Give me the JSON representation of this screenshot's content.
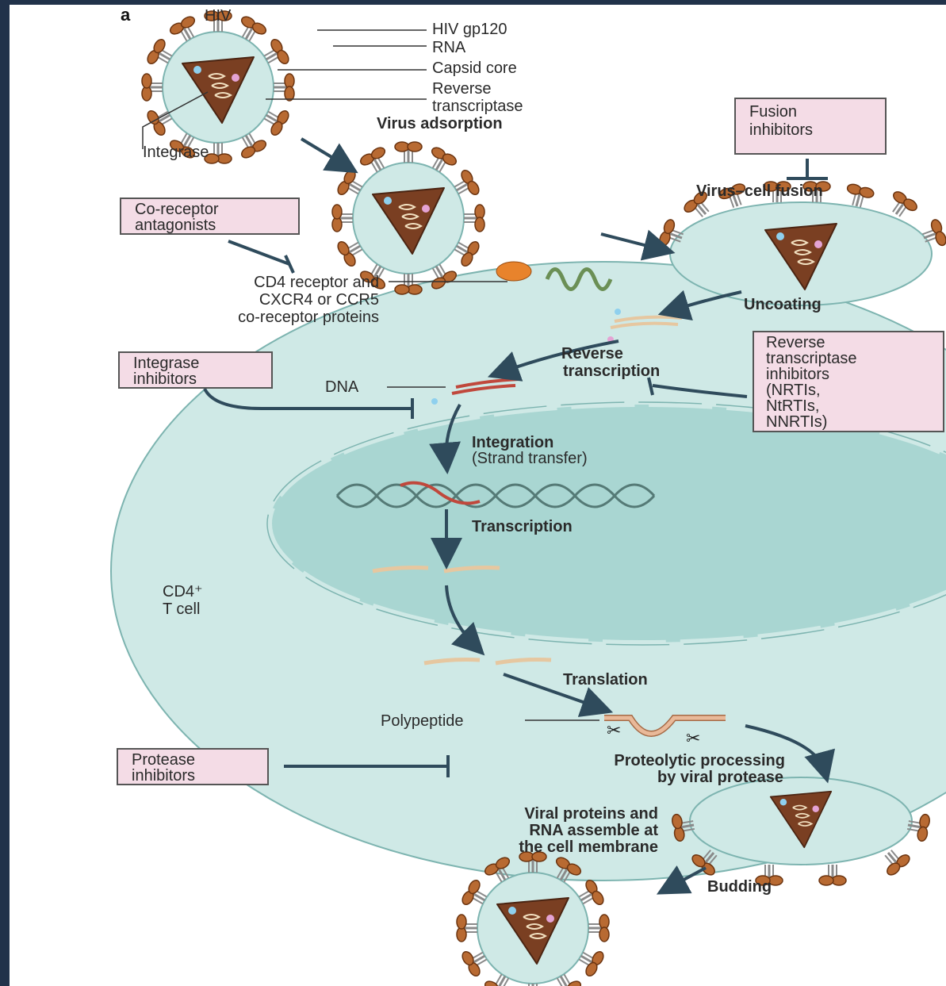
{
  "panel_label": "a",
  "labels": {
    "hiv": "HIV",
    "gp120": "HIV gp120",
    "rna": "RNA",
    "capsid_core": "Capsid core",
    "reverse_transcriptase_1": "Reverse",
    "reverse_transcriptase_2": "transcriptase",
    "integrase": "Integrase",
    "cd4_receptor_1": "CD4 receptor and",
    "cd4_receptor_2": "CXCR4 or CCR5",
    "cd4_receptor_3": "co-receptor proteins",
    "dna": "DNA",
    "cd4_t_cell_1": "CD4⁺",
    "cd4_t_cell_2": "T cell",
    "polypeptide": "Polypeptide"
  },
  "steps": {
    "virus_adsorption": "Virus adsorption",
    "virus_cell_fusion": "Virus–cell fusion",
    "uncoating": "Uncoating",
    "reverse_transcription_1": "Reverse",
    "reverse_transcription_2": "transcription",
    "integration_1": "Integration",
    "integration_2": "(Strand transfer)",
    "transcription": "Transcription",
    "translation": "Translation",
    "proteolytic_1": "Proteolytic processing",
    "proteolytic_2": "by viral protease",
    "assembly_1": "Viral proteins and",
    "assembly_2": "RNA assemble at",
    "assembly_3": "the cell membrane",
    "budding": "Budding"
  },
  "inhibitors": {
    "fusion_1": "Fusion",
    "fusion_2": "inhibitors",
    "coreceptor_1": "Co-receptor",
    "coreceptor_2": "antagonists",
    "integrase_1": "Integrase",
    "integrase_2": "inhibitors",
    "rt_1": "Reverse",
    "rt_2": "transcriptase",
    "rt_3": "inhibitors",
    "rt_4": "(NRTIs,",
    "rt_5": "NtRTIs,",
    "rt_6": "NNRTIs)",
    "protease_1": "Protease",
    "protease_2": "inhibitors"
  },
  "colors": {
    "cell": "#cfe9e6",
    "nucleus": "#a9d6d2",
    "outline": "#7db4b0",
    "capsid": "#7a3f22",
    "spike": "#b86a32",
    "inhibitor_box": "#f4dce6",
    "arrow": "#2f4b5c"
  }
}
